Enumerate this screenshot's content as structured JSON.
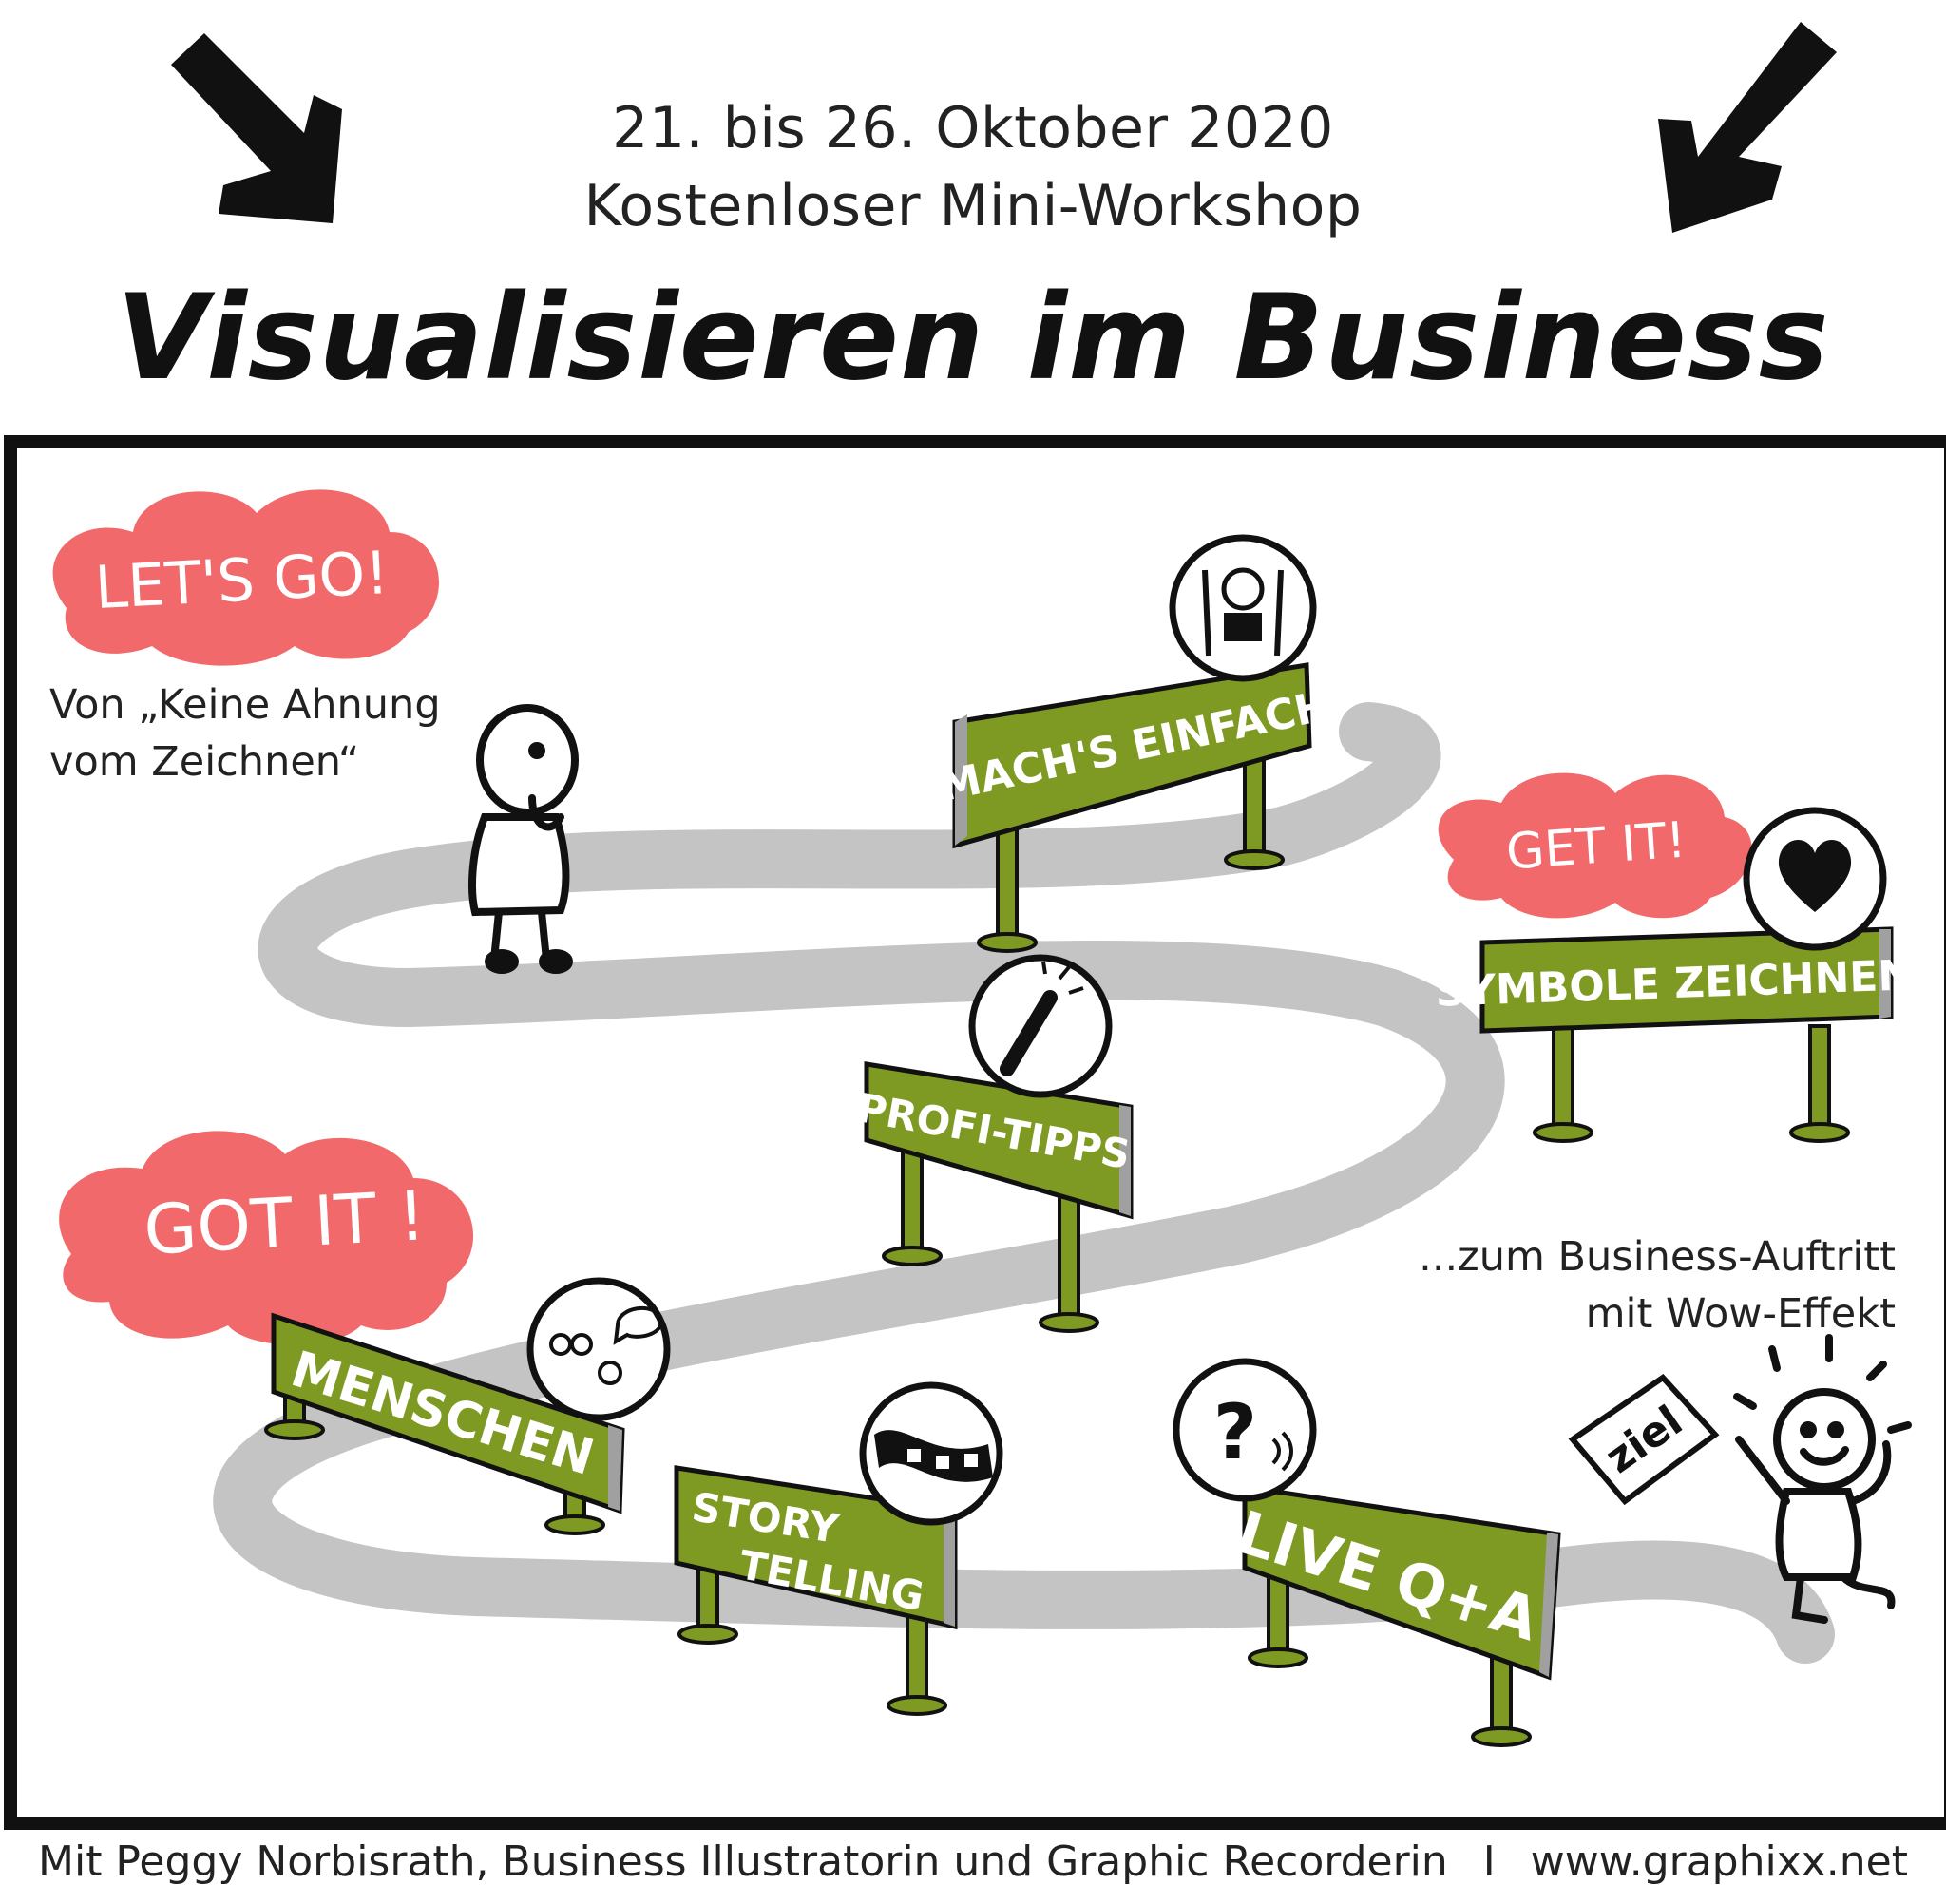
{
  "header": {
    "date": "21. bis 26. Oktober 2020",
    "subtitle": "Kostenloser Mini-Workshop",
    "title": "Visualisieren im Business"
  },
  "clouds": {
    "lets_go": "LET'S GO!",
    "get_it": "GET IT!",
    "got_it": "GOT IT !"
  },
  "notes": {
    "start_line1": "Von „Keine Ahnung",
    "start_line2": "vom Zeichnen“",
    "end_line1": "...zum Business-Auftritt",
    "end_line2": "mit Wow-Effekt"
  },
  "signs": {
    "machs_einfach": "MACH'S EINFACH",
    "symbole_zeichnen": "SYMBOLE ZEICHNEN",
    "profi_tipps": "PROFI-TIPPS",
    "menschen": "MENSCHEN",
    "story": "STORY",
    "telling": "TELLING",
    "live_qa": "LIVE Q+A"
  },
  "flag": {
    "label": "ziel"
  },
  "footer": {
    "credit": "Mit Peggy Norbisrath, Business Illustratorin und Graphic Recorderin",
    "separator": "I",
    "url": "www.graphixx.net"
  },
  "colors": {
    "sign_green": "#7f9a22",
    "cloud_red": "#f2696b",
    "path_gray": "#c4c4c4",
    "ink": "#111111"
  },
  "icons": [
    "arrow-down-right-icon",
    "arrow-down-left-icon",
    "drawing-person-icon",
    "heart-icon",
    "magic-wand-icon",
    "people-speech-icon",
    "film-strip-icon",
    "question-sound-icon"
  ]
}
